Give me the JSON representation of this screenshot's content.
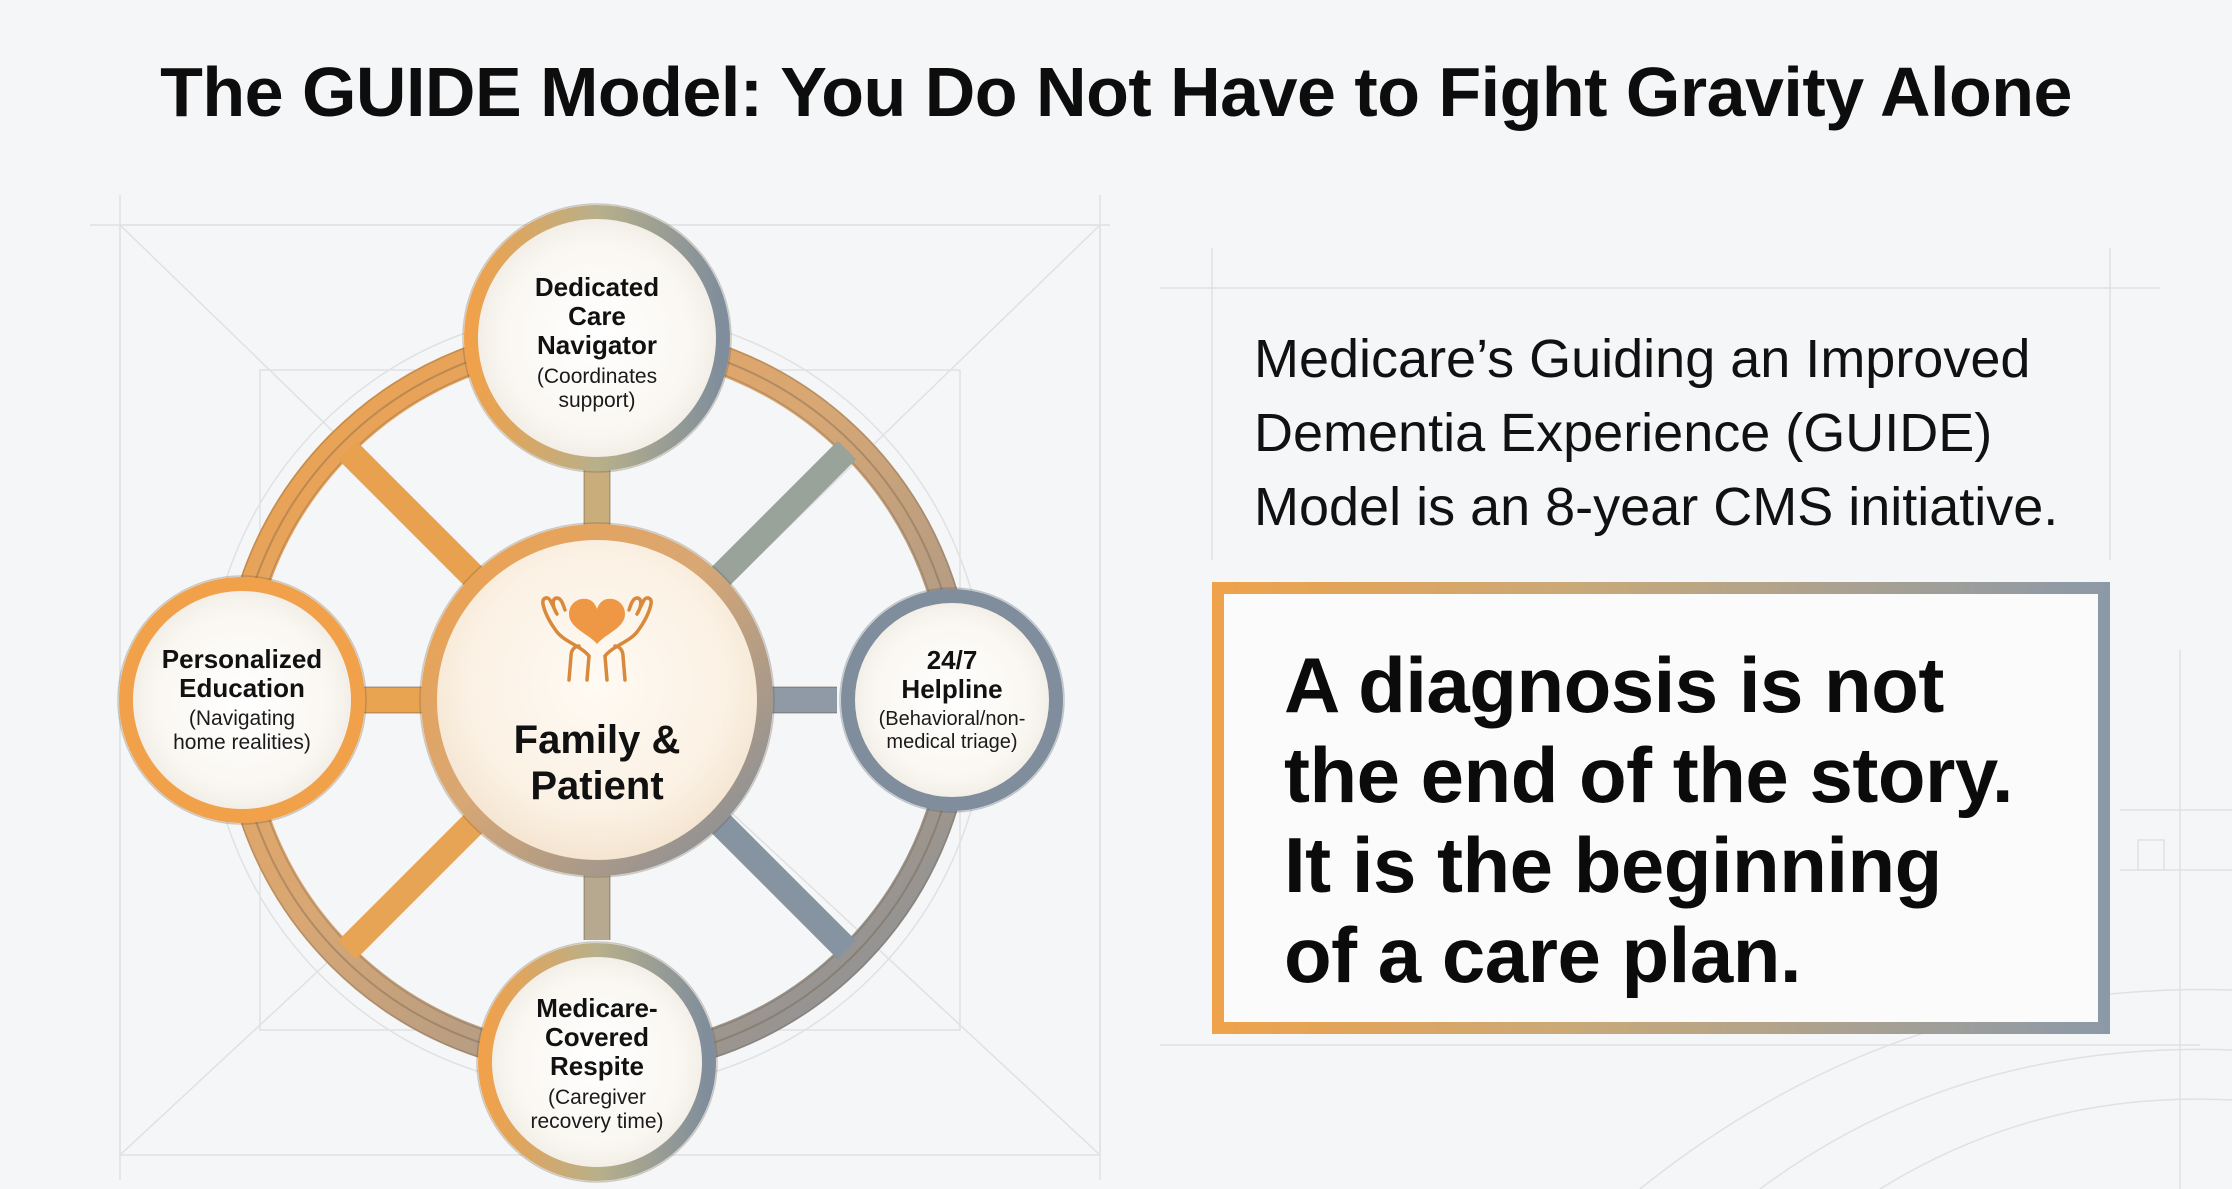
{
  "title": "The GUIDE Model: You Do Not Have to Fight Gravity Alone",
  "center": {
    "label_line1": "Family &",
    "label_line2": "Patient",
    "icon": "heart-in-hands-icon"
  },
  "nodes": {
    "top": {
      "title_lines": [
        "Dedicated",
        "Care",
        "Navigator"
      ],
      "sub_lines": [
        "(Coordinates",
        "support)"
      ]
    },
    "left": {
      "title_lines": [
        "Personalized",
        "Education"
      ],
      "sub_lines": [
        "(Navigating",
        "home realities)"
      ]
    },
    "right": {
      "title_lines": [
        "24/7",
        "Helpline"
      ],
      "sub_lines": [
        "(Behavioral/non-",
        "medical triage)"
      ]
    },
    "bottom": {
      "title_lines": [
        "Medicare-",
        "Covered",
        "Respite"
      ],
      "sub_lines": [
        "(Caregiver",
        "recovery time)"
      ]
    }
  },
  "intro_lines": [
    "Medicare’s Guiding an Improved",
    "Dementia Experience (GUIDE)",
    "Model is an 8-year CMS initiative."
  ],
  "quote_lines": [
    "A diagnosis is not",
    "the end of the story.",
    "It is the beginning",
    "of a care plan."
  ],
  "colors": {
    "orange": "#f0a14a",
    "slate": "#7f8d9c",
    "sage": "#a9b08c",
    "background": "#f5f6f7"
  }
}
